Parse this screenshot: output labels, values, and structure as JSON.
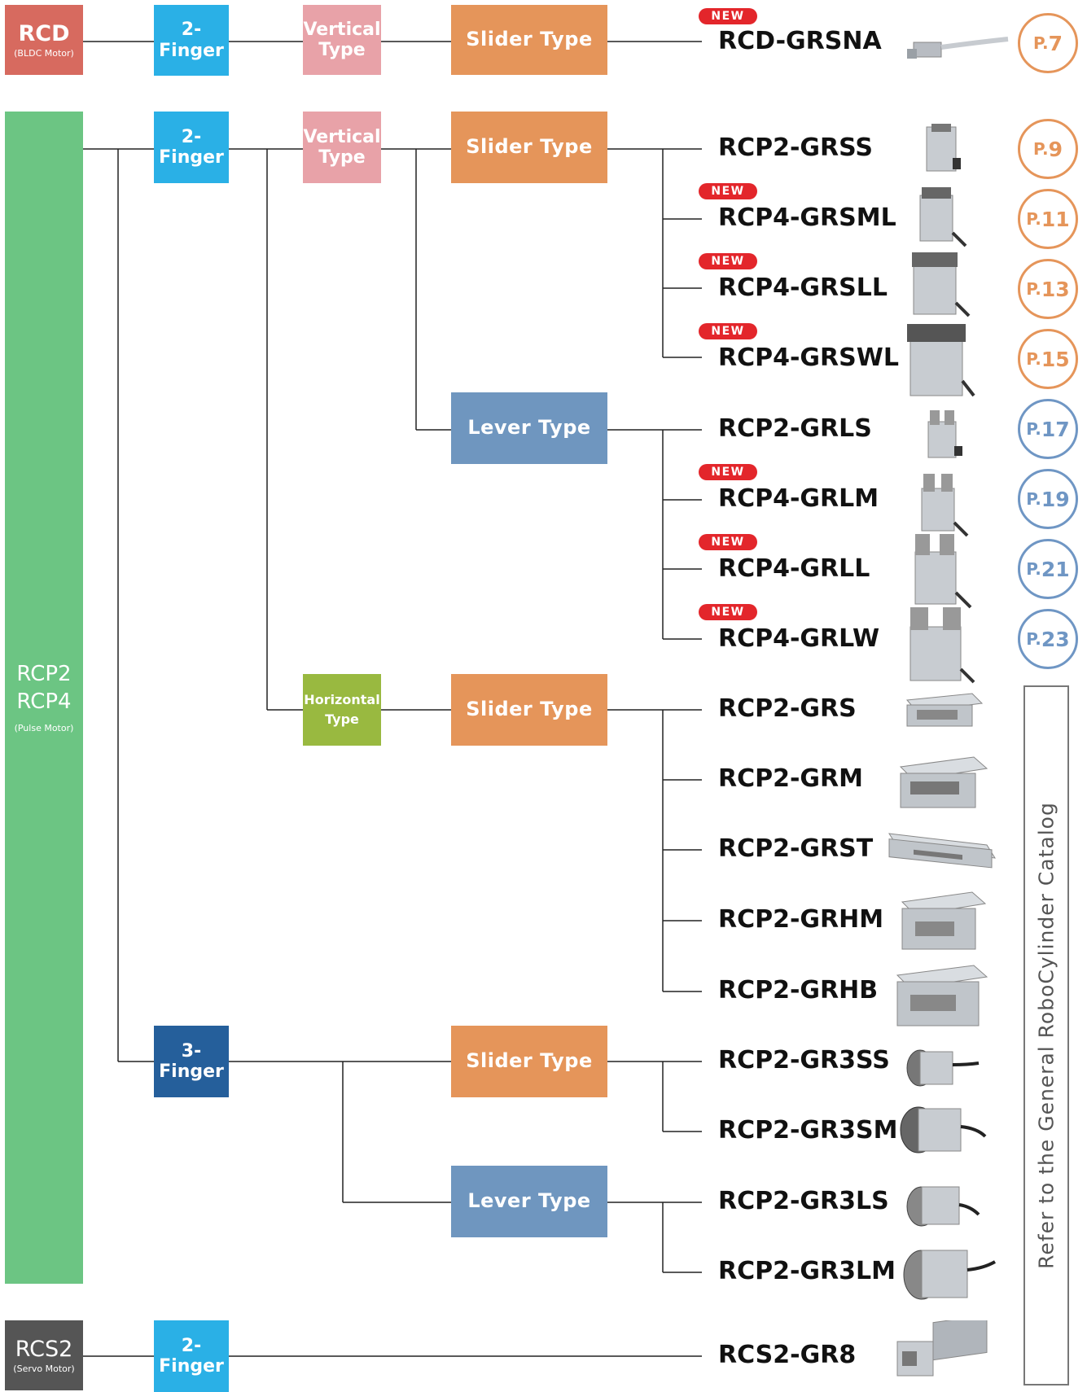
{
  "colors": {
    "rcd": "#d76a5f",
    "rcp": "#6cc583",
    "rcs": "#555555",
    "finger2": "#2ab0e6",
    "finger3": "#255f9b",
    "vertical": "#e8a2a8",
    "horizontal": "#99b940",
    "slider": "#e5955a",
    "lever": "#6f96bf",
    "new_badge": "#e3262b"
  },
  "motors": {
    "rcd": {
      "name": "RCD",
      "sub": "(BLDC Motor)"
    },
    "rcp": {
      "line1": "RCP2",
      "line2": "RCP4",
      "sub": "(Pulse Motor)"
    },
    "rcs": {
      "name": "RCS2",
      "sub": "(Servo Motor)"
    }
  },
  "fingers": {
    "two": "2-Finger",
    "three": "3-Finger"
  },
  "orientation": {
    "vertical_1": "Vertical",
    "vertical_2": "Type",
    "horizontal_1": "Horizontal",
    "horizontal_2": "Type"
  },
  "types": {
    "slider": "Slider Type",
    "lever": "Lever Type"
  },
  "new_label": "NEW",
  "models": [
    {
      "name": "RCD-GRSNA",
      "new": true,
      "page": "7",
      "page_color": "orange"
    },
    {
      "name": "RCP2-GRSS",
      "new": false,
      "page": "9",
      "page_color": "orange"
    },
    {
      "name": "RCP4-GRSML",
      "new": true,
      "page": "11",
      "page_color": "orange"
    },
    {
      "name": "RCP4-GRSLL",
      "new": true,
      "page": "13",
      "page_color": "orange"
    },
    {
      "name": "RCP4-GRSWL",
      "new": true,
      "page": "15",
      "page_color": "orange"
    },
    {
      "name": "RCP2-GRLS",
      "new": false,
      "page": "17",
      "page_color": "blue"
    },
    {
      "name": "RCP4-GRLM",
      "new": true,
      "page": "19",
      "page_color": "blue"
    },
    {
      "name": "RCP4-GRLL",
      "new": true,
      "page": "21",
      "page_color": "blue"
    },
    {
      "name": "RCP4-GRLW",
      "new": true,
      "page": "23",
      "page_color": "blue"
    },
    {
      "name": "RCP2-GRS",
      "new": false
    },
    {
      "name": "RCP2-GRM",
      "new": false
    },
    {
      "name": "RCP2-GRST",
      "new": false
    },
    {
      "name": "RCP2-GRHM",
      "new": false
    },
    {
      "name": "RCP2-GRHB",
      "new": false
    },
    {
      "name": "RCP2-GR3SS",
      "new": false
    },
    {
      "name": "RCP2-GR3SM",
      "new": false
    },
    {
      "name": "RCP2-GR3LS",
      "new": false
    },
    {
      "name": "RCP2-GR3LM",
      "new": false
    },
    {
      "name": "RCS2-GR8",
      "new": false
    }
  ],
  "page_prefix": "P.",
  "reference_note": "Refer to the General RoboCylinder Catalog"
}
